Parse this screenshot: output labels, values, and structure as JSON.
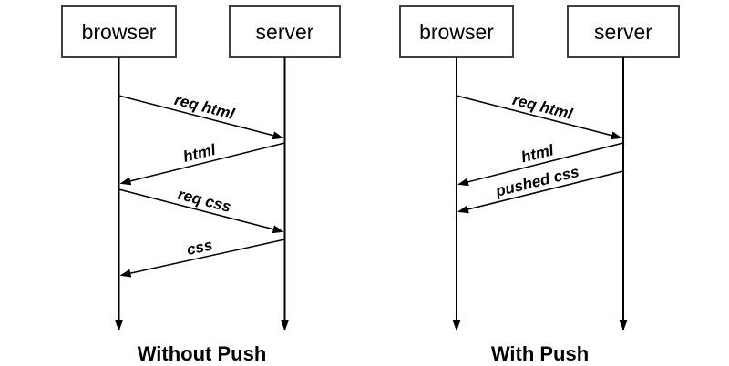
{
  "diagrams": [
    {
      "caption": "Without Push",
      "actors": [
        {
          "label": "browser"
        },
        {
          "label": "server"
        }
      ],
      "messages": [
        {
          "label": "req html",
          "from": "browser",
          "to": "server"
        },
        {
          "label": "html",
          "from": "server",
          "to": "browser"
        },
        {
          "label": "req css",
          "from": "browser",
          "to": "server"
        },
        {
          "label": "css",
          "from": "server",
          "to": "browser"
        }
      ]
    },
    {
      "caption": "With Push",
      "actors": [
        {
          "label": "browser"
        },
        {
          "label": "server"
        }
      ],
      "messages": [
        {
          "label": "req html",
          "from": "browser",
          "to": "server"
        },
        {
          "label": "html",
          "from": "server",
          "to": "browser"
        },
        {
          "label": "pushed css",
          "from": "server",
          "to": "browser"
        }
      ]
    }
  ],
  "colors": {
    "background": "#ffffff",
    "line": "#000000",
    "box_border": "#3f3f3f",
    "text": "#000000"
  }
}
